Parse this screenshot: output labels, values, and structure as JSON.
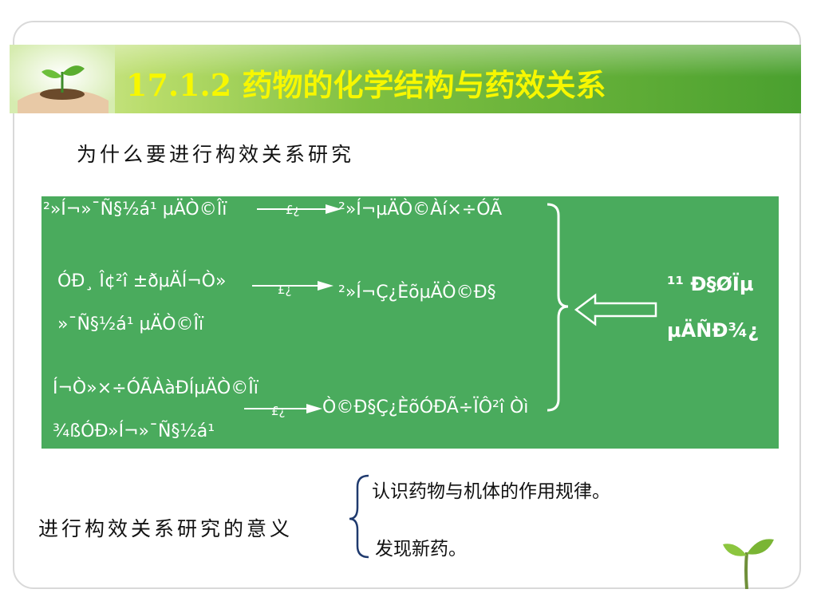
{
  "slide": {
    "title": "17.1.2 药物的化学结构与药效关系",
    "subtitle": "为什么要进行构效关系研究"
  },
  "green_box": {
    "row1_left": "²»Í¬»¯Ñ§½á¹ µÄÒ©Îï",
    "row1_arrow": "£¿",
    "row1_right": "²»Í¬µÄÒ©Àí×÷ÓÃ",
    "row2_left_line1": "ÓÐ¸ Î¢²î ±ðµÄÍ¬Ò»",
    "row2_left_line2": "»¯Ñ§½á¹ µÄÒ©Îï",
    "row2_arrow": "£¿",
    "row2_right": "²»Í¬Ç¿ÈõµÄÒ©Ð§",
    "row3_left_line1": "Í¬Ò»×÷ÓÃÀàÐÍµÄÒ©Îï",
    "row3_left_line2": "¾ßÓÐ»Í¬»¯Ñ§½á¹",
    "row3_arrow": "£¿",
    "row3_right": "Ò©Ð§Ç¿ÈõÓÐÃ÷ÏÔ²î Òì",
    "right_line1": "¹¹ Ð§ØÏµ",
    "right_line2": "µÄÑÐ¾¿"
  },
  "meaning": {
    "label": "进行构效关系研究的意义",
    "item1": "认识药物与机体的作用规律。",
    "item2": "发现新药。"
  },
  "colors": {
    "title_yellow": "#f7f700",
    "box_green": "#4aab5d",
    "header_green": "#4aa02f",
    "brace_navy": "#1f3a6e"
  },
  "icons": {
    "logo": "hands-holding-sprout-icon",
    "corner": "sprout-icon"
  }
}
